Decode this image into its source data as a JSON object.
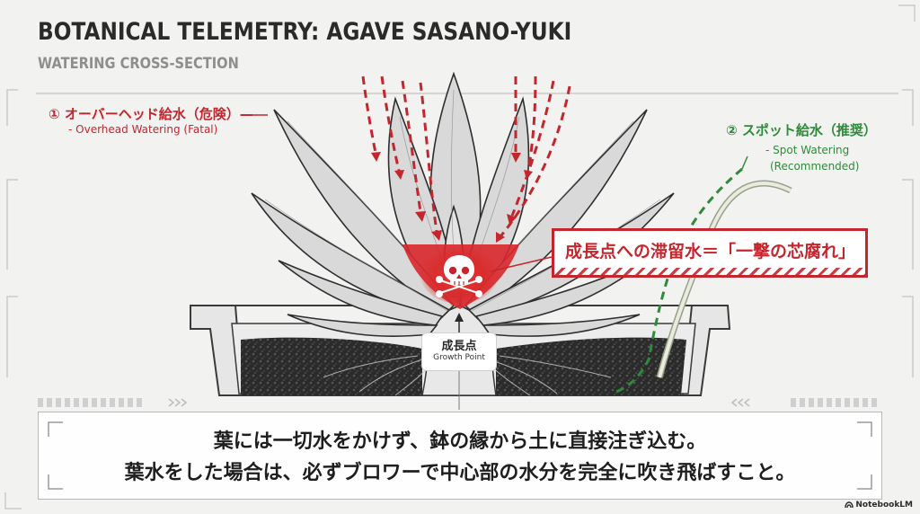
{
  "header": {
    "title": "BOTANICAL TELEMETRY: AGAVE SASANO-YUKI",
    "subtitle": "WATERING CROSS-SECTION"
  },
  "overhead": {
    "label_jp": "① オーバーヘッド給水（危険）—",
    "label_en": "- Overhead Watering (Fatal)"
  },
  "spot": {
    "label_jp": "② スポット給水（推奨）",
    "label_en_1": "- Spot Watering",
    "label_en_2": "(Recommended)"
  },
  "warning": {
    "text": "成長点への滞留水＝「一撃の芯腐れ」"
  },
  "growth_point": {
    "label_jp": "成長点",
    "label_en": "Growth Point"
  },
  "instructions": {
    "line1": "葉には一切水をかけず、鉢の縁から土に直接注ぎ込む。",
    "line2": "葉水をした場合は、必ずブロワーで中心部の水分を完全に吹き飛ばすこと。"
  },
  "watermark": {
    "text": "NotebookLM"
  },
  "colors": {
    "danger": "#c4262e",
    "safe": "#2f8a3a",
    "leaf": "#d9d9d9",
    "soil": "#2a2a2a"
  }
}
